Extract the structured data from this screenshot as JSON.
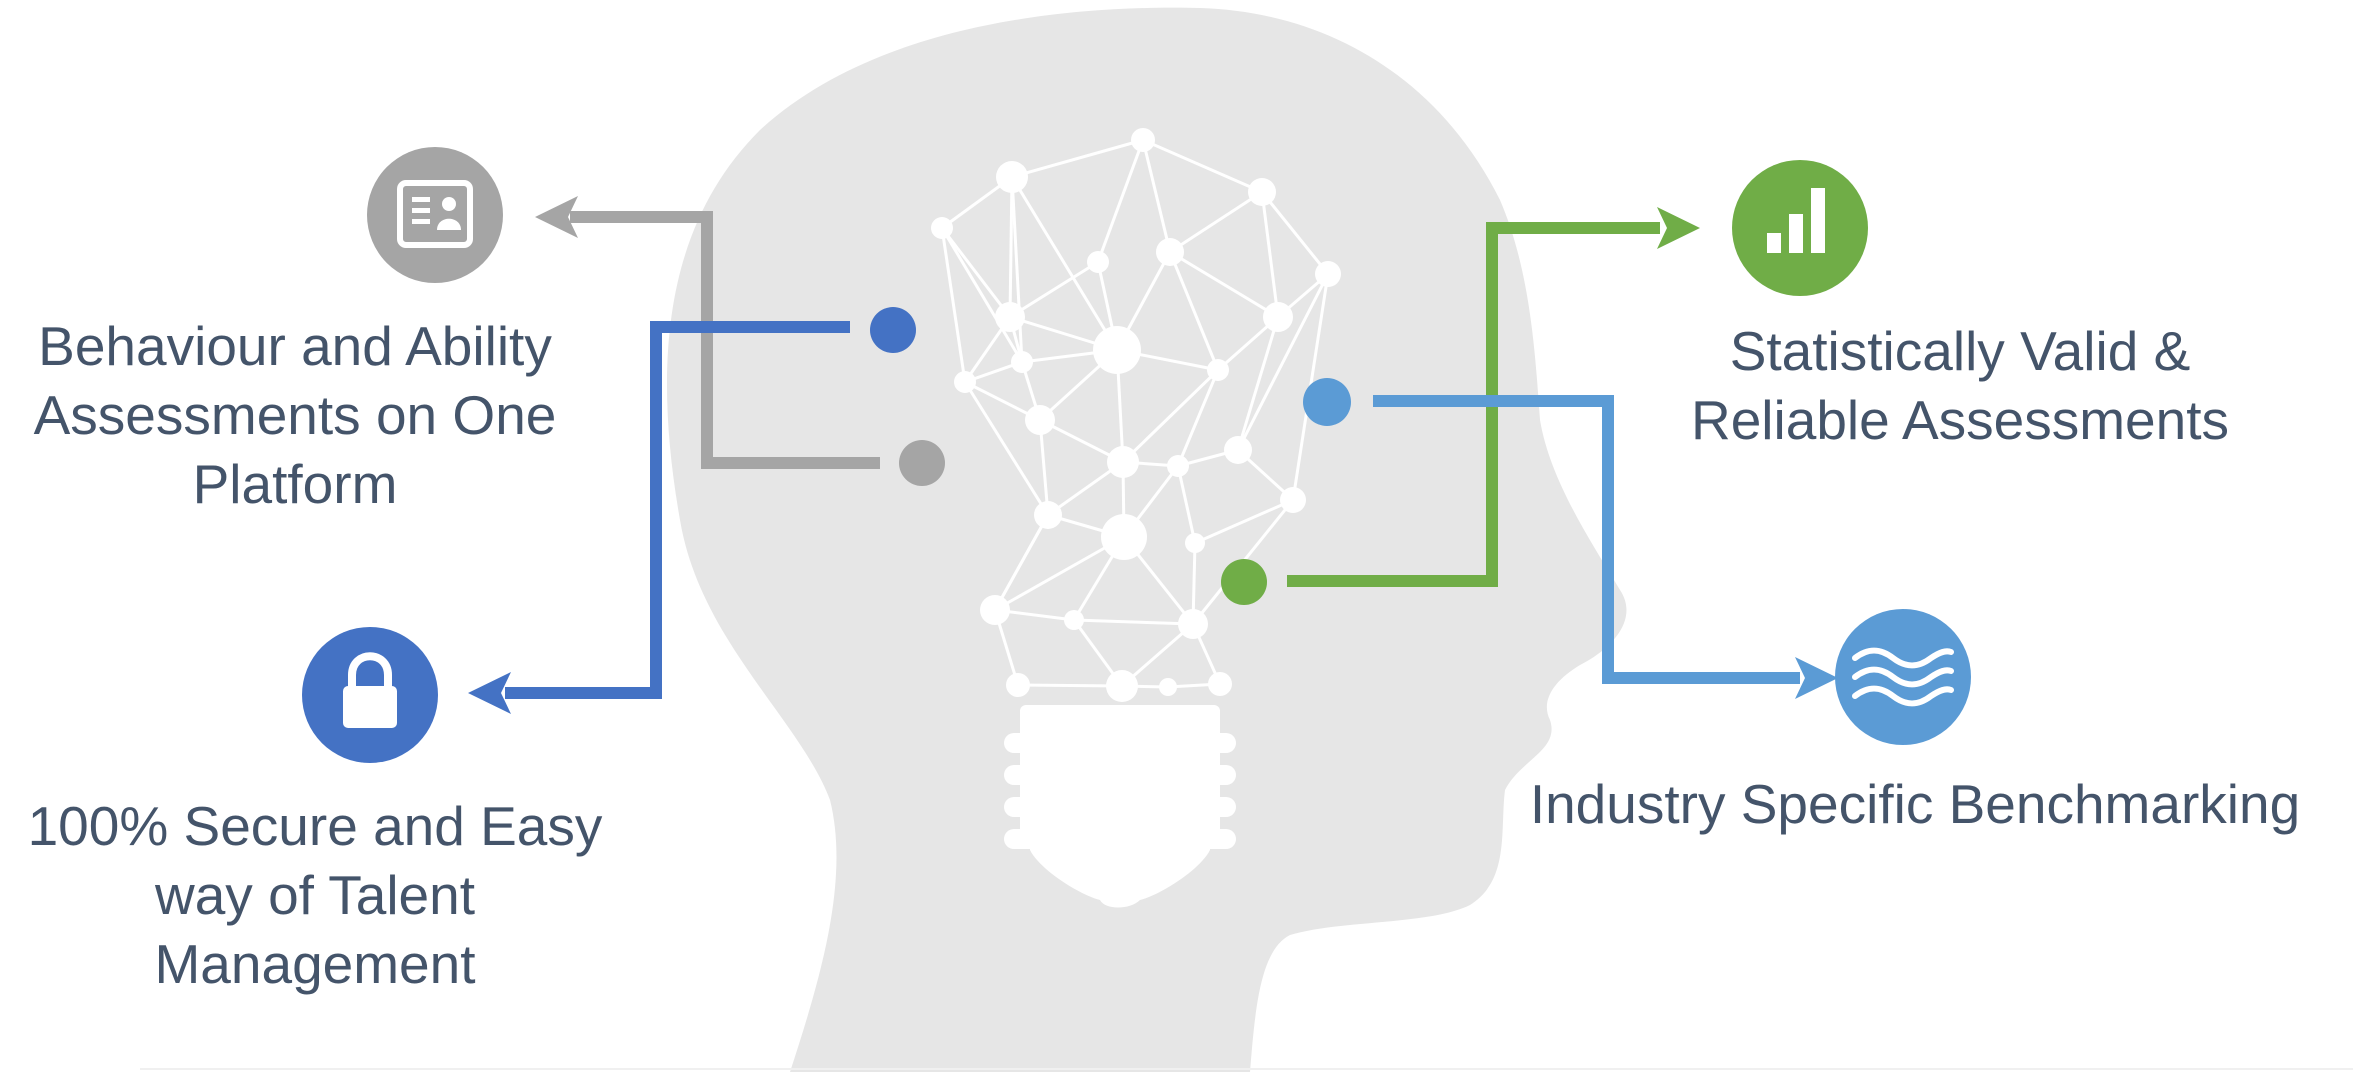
{
  "colors": {
    "head": "#e6e6e6",
    "gray": "#a5a5a5",
    "dark_blue": "#4472c4",
    "light_blue": "#5b9bd5",
    "green": "#70ad47",
    "text": "#44546a",
    "bulb": "#ffffff"
  },
  "features": {
    "behaviour": {
      "icon": "id-card-icon",
      "lines": [
        "Behaviour and Ability",
        "Assessments  on One",
        "Platform"
      ]
    },
    "secure": {
      "icon": "lock-icon",
      "lines": [
        "100% Secure and Easy",
        "way of Talent",
        "Management"
      ]
    },
    "statistical": {
      "icon": "bar-chart-icon",
      "lines": [
        "Statistically Valid &",
        "Reliable Assessments"
      ]
    },
    "industry": {
      "icon": "waves-icon",
      "lines": [
        "Industry Specific Benchmarking"
      ]
    }
  }
}
